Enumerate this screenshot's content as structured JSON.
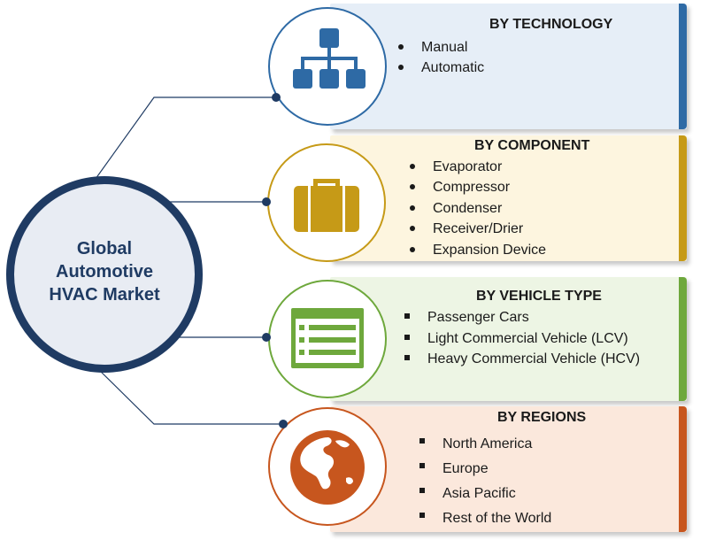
{
  "center": {
    "title_lines": [
      "Global",
      "Automotive",
      "HVAC Market"
    ]
  },
  "colors": {
    "center": "#1f3b63",
    "technology": "#2e6aa5",
    "component": "#c69a17",
    "vehicle_type": "#6ea83c",
    "regions": "#c7561e"
  },
  "segments": [
    {
      "heading": "BY TECHNOLOGY",
      "icon": "hierarchy-icon",
      "bullet": "dot",
      "items": [
        "Manual",
        "Automatic"
      ]
    },
    {
      "heading": "BY COMPONENT",
      "icon": "suitcase-icon",
      "bullet": "dot",
      "items": [
        "Evaporator",
        "Compressor",
        "Condenser",
        "Receiver/Drier",
        "Expansion Device"
      ]
    },
    {
      "heading": "BY VEHICLE TYPE",
      "icon": "list-window-icon",
      "bullet": "square",
      "items": [
        "Passenger Cars",
        "Light Commercial Vehicle (LCV)",
        "Heavy Commercial Vehicle (HCV)"
      ]
    },
    {
      "heading": "BY REGIONS",
      "icon": "globe-icon",
      "bullet": "square",
      "items": [
        "North America",
        "Europe",
        "Asia Pacific",
        "Rest of the World"
      ]
    }
  ]
}
